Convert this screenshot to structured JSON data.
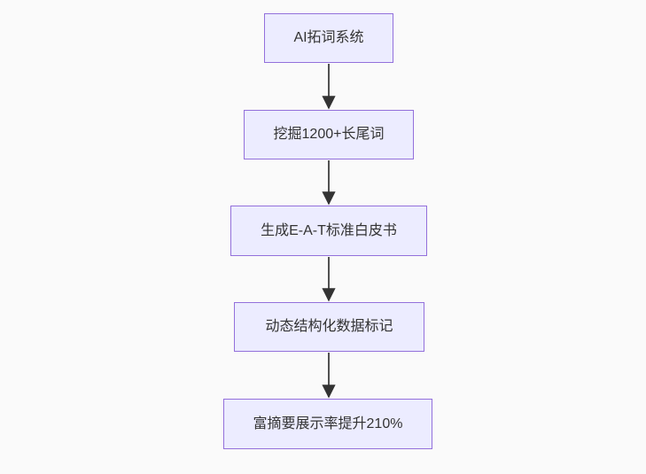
{
  "diagram": {
    "type": "flowchart",
    "direction": "top-down",
    "nodes": [
      {
        "id": "n1",
        "label": "AI拓词系统"
      },
      {
        "id": "n2",
        "label": "挖掘1200+长尾词"
      },
      {
        "id": "n3",
        "label": "生成E-A-T标准白皮书"
      },
      {
        "id": "n4",
        "label": "动态结构化数据标记"
      },
      {
        "id": "n5",
        "label": "富摘要展示率提升210%"
      }
    ],
    "edges": [
      {
        "from": "n1",
        "to": "n2"
      },
      {
        "from": "n2",
        "to": "n3"
      },
      {
        "from": "n3",
        "to": "n4"
      },
      {
        "from": "n4",
        "to": "n5"
      }
    ]
  },
  "colors": {
    "background": "#fafafa",
    "node_fill": "#ECECFF",
    "node_border": "#9370DB",
    "node_text": "#333333",
    "edge": "#333333"
  }
}
